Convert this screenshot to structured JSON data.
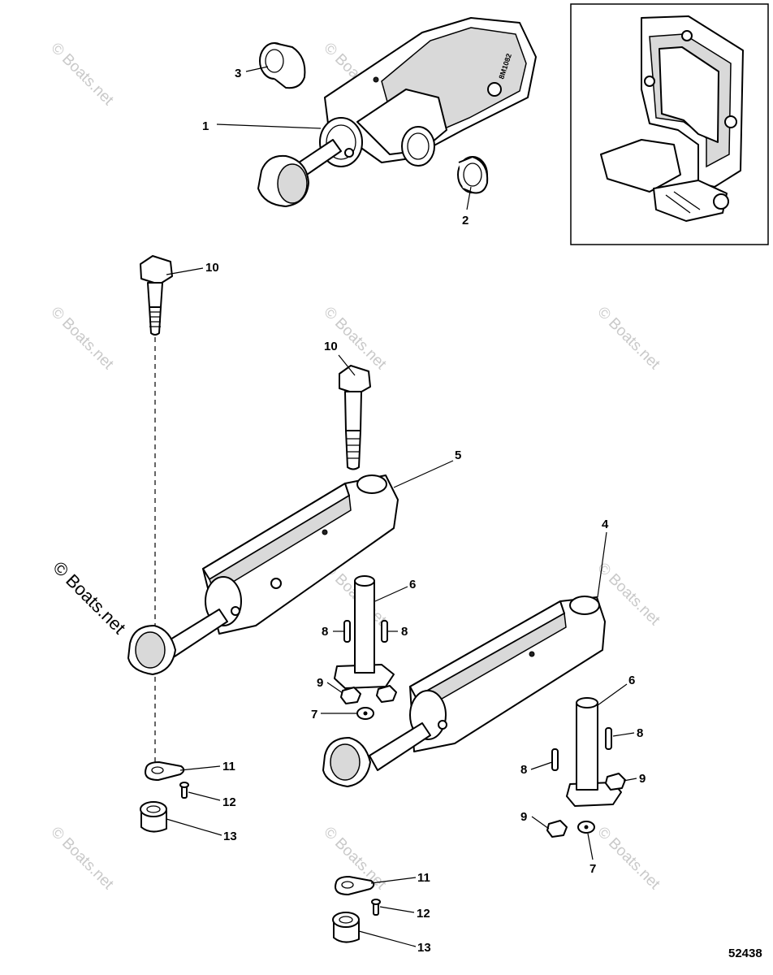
{
  "watermark": "© Boats.net",
  "diagram_number": "52438",
  "housing_marking": "8M1082",
  "callouts": [
    {
      "label": "1"
    },
    {
      "label": "2"
    },
    {
      "label": "3"
    },
    {
      "label": "10"
    },
    {
      "label": "10"
    },
    {
      "label": "5"
    },
    {
      "label": "4"
    },
    {
      "label": "6"
    },
    {
      "label": "6"
    },
    {
      "label": "8"
    },
    {
      "label": "8"
    },
    {
      "label": "8"
    },
    {
      "label": "8"
    },
    {
      "label": "9"
    },
    {
      "label": "9"
    },
    {
      "label": "9"
    },
    {
      "label": "7"
    },
    {
      "label": "7"
    },
    {
      "label": "11"
    },
    {
      "label": "11"
    },
    {
      "label": "12"
    },
    {
      "label": "12"
    },
    {
      "label": "13"
    },
    {
      "label": "13"
    }
  ]
}
